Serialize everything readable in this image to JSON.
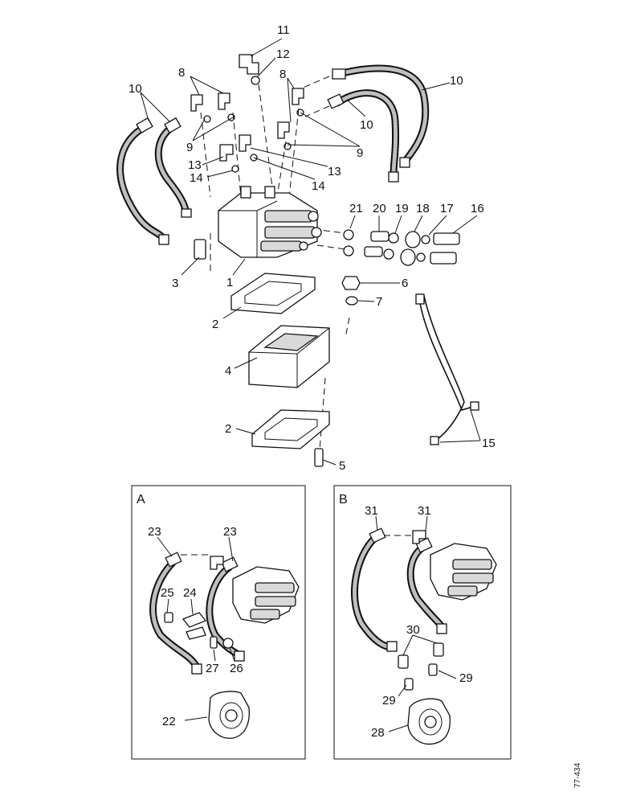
{
  "diagram": {
    "callouts": {
      "c1": "1",
      "c2a": "2",
      "c2b": "2",
      "c3": "3",
      "c4": "4",
      "c5": "5",
      "c6": "6",
      "c7": "7",
      "c8a": "8",
      "c8b": "8",
      "c9a": "9",
      "c9b": "9",
      "c10a": "10",
      "c10b": "10",
      "c10c": "10",
      "c11": "11",
      "c12": "12",
      "c13a": "13",
      "c13b": "13",
      "c14a": "14",
      "c14b": "14",
      "c15": "15",
      "c16": "16",
      "c17": "17",
      "c18": "18",
      "c19": "19",
      "c20": "20",
      "c21": "21"
    },
    "panel_a": {
      "letter": "A",
      "callouts": {
        "c22": "22",
        "c23a": "23",
        "c23b": "23",
        "c24": "24",
        "c25": "25",
        "c26": "26",
        "c27": "27"
      }
    },
    "panel_b": {
      "letter": "B",
      "callouts": {
        "c28": "28",
        "c29a": "29",
        "c29b": "29",
        "c30": "30",
        "c31a": "31",
        "c31b": "31"
      }
    },
    "reference": "77-434"
  }
}
